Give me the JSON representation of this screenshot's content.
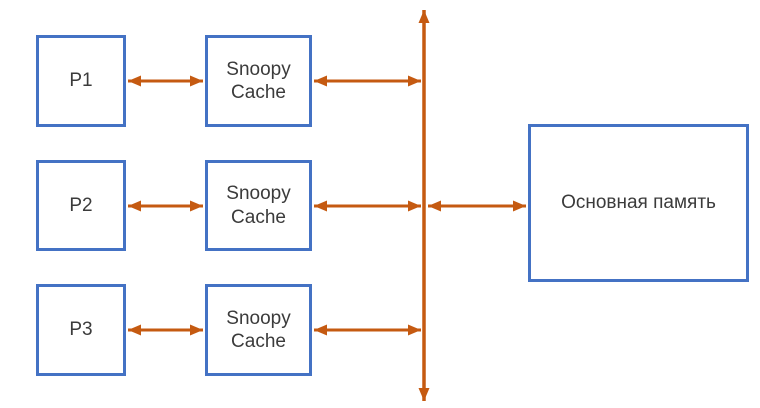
{
  "colors": {
    "background": "#ffffff",
    "box_border": "#4472C4",
    "arrow": "#C55A11",
    "text": "#3b3b3b"
  },
  "boxes": {
    "p1": {
      "label": "P1"
    },
    "p2": {
      "label": "P2"
    },
    "p3": {
      "label": "P3"
    },
    "cache1": {
      "label": "Snoopy Cache"
    },
    "cache2": {
      "label": "Snoopy Cache"
    },
    "cache3": {
      "label": "Snoopy Cache"
    },
    "memory": {
      "label": "Основная память"
    }
  },
  "connections": [
    {
      "from": "P1",
      "to": "Snoopy Cache 1",
      "bidirectional": true
    },
    {
      "from": "Snoopy Cache 1",
      "to": "bus",
      "bidirectional": true
    },
    {
      "from": "P2",
      "to": "Snoopy Cache 2",
      "bidirectional": true
    },
    {
      "from": "Snoopy Cache 2",
      "to": "bus",
      "bidirectional": true
    },
    {
      "from": "P3",
      "to": "Snoopy Cache 3",
      "bidirectional": true
    },
    {
      "from": "Snoopy Cache 3",
      "to": "bus",
      "bidirectional": true
    },
    {
      "from": "bus",
      "to": "Основная память",
      "bidirectional": true
    },
    {
      "from": "bus-top",
      "to": "bus-bottom",
      "bidirectional": true
    }
  ]
}
